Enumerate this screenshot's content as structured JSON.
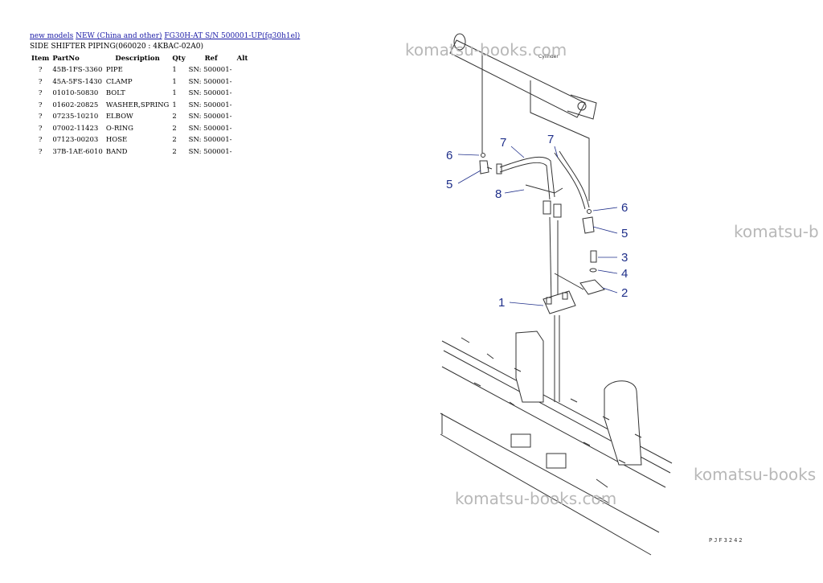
{
  "breadcrumb": {
    "link1": "new models",
    "link2": "NEW (China and other)",
    "link3": "FG30H-AT S/N 500001-UP(fg30h1el)"
  },
  "section_title": "SIDE SHIFTER PIPING(060020 : 4KBAC-02A0)",
  "table": {
    "headers": [
      "Item",
      "PartNo",
      "Description",
      "Qty",
      "Ref",
      "Alt"
    ],
    "rows": [
      {
        "item": "?",
        "part": "45B-1FS-3360",
        "desc": "PIPE",
        "qty": "1",
        "ref": "SN: 500001-",
        "alt": ""
      },
      {
        "item": "?",
        "part": "45A-5FS-1430",
        "desc": "CLAMP",
        "qty": "1",
        "ref": "SN: 500001-",
        "alt": ""
      },
      {
        "item": "?",
        "part": "01010-50830",
        "desc": "BOLT",
        "qty": "1",
        "ref": "SN: 500001-",
        "alt": ""
      },
      {
        "item": "?",
        "part": "01602-20825",
        "desc": "WASHER,SPRING",
        "qty": "1",
        "ref": "SN: 500001-",
        "alt": ""
      },
      {
        "item": "?",
        "part": "07235-10210",
        "desc": "ELBOW",
        "qty": "2",
        "ref": "SN: 500001-",
        "alt": ""
      },
      {
        "item": "?",
        "part": "07002-11423",
        "desc": "O-RING",
        "qty": "2",
        "ref": "SN: 500001-",
        "alt": ""
      },
      {
        "item": "?",
        "part": "07123-00203",
        "desc": "HOSE",
        "qty": "2",
        "ref": "SN: 500001-",
        "alt": ""
      },
      {
        "item": "?",
        "part": "37B-1AE-6010",
        "desc": "BAND",
        "qty": "2",
        "ref": "SN: 500001-",
        "alt": ""
      }
    ]
  },
  "diagram": {
    "callouts": [
      "7",
      "7",
      "6",
      "5",
      "8",
      "6",
      "5",
      "3",
      "4",
      "2",
      "1"
    ],
    "cylinder_label": "Cylinder",
    "page_code": "PJF3242",
    "callout_color": "#1f2f8a"
  },
  "watermarks": [
    "komatsu-books.com",
    "komatsu-b",
    "komatsu-books",
    "komatsu-books.com"
  ]
}
